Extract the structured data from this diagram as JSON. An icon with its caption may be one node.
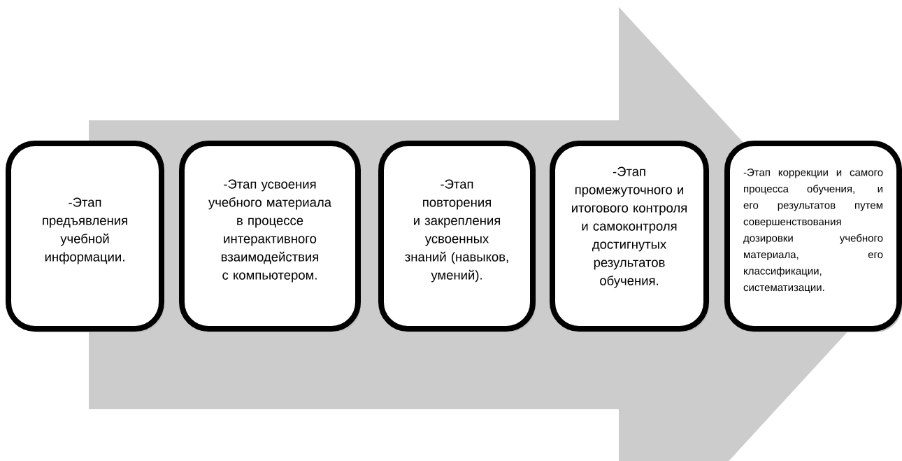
{
  "diagram": {
    "nodes": [
      {
        "text": [
          "-Этап предъявления учебной информации."
        ]
      },
      {
        "text": [
          "-Этап усвоения учебного материала в процессе интерактивного взаимодействия с компьютером."
        ]
      },
      {
        "text": [
          "-Этап повторения и закрепления усвоенных знаний (навыков, умений)."
        ]
      },
      {
        "text": [
          "-Этап промежуточного и итогового контроля и самоконтроля достигнутых результатов обучения."
        ]
      },
      {
        "text": [
          "-Этап коррекции и самого процесса обучения, и его результатов путем совершенствования дозировки учебного материала, его классификации, систематизации."
        ]
      }
    ],
    "edges": [
      {
        "from": 0,
        "to": 4,
        "arrow": "to"
      }
    ]
  }
}
